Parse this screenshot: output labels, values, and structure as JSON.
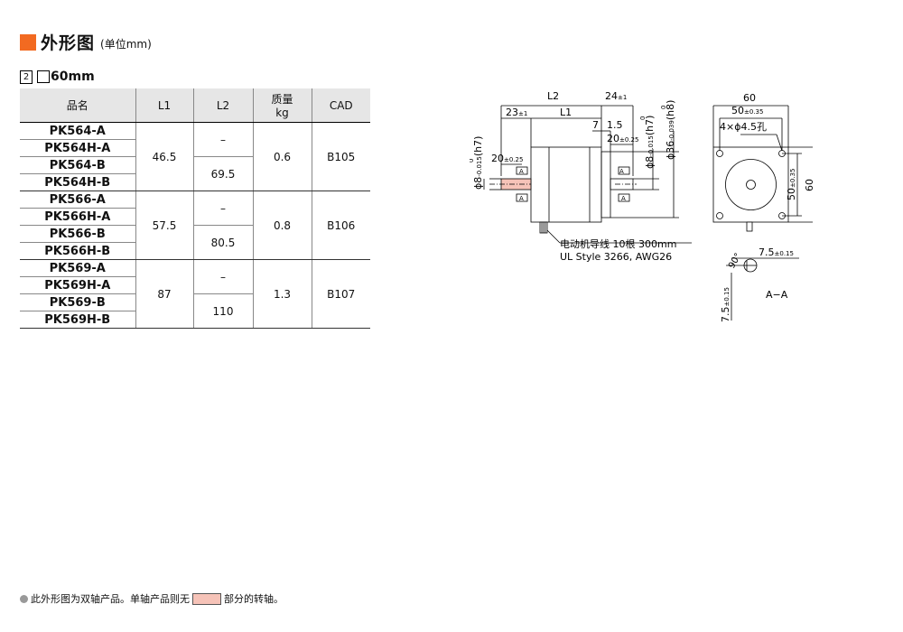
{
  "header": {
    "title": "外形图",
    "unit": "(单位mm)"
  },
  "subtitle": {
    "index": "2",
    "size": "60mm"
  },
  "table": {
    "headers": {
      "name": "品名",
      "l1": "L1",
      "l2": "L2",
      "mass": "质量",
      "mass_unit": "kg",
      "cad": "CAD"
    },
    "groups": [
      {
        "names": [
          "PK564-A",
          "PK564H-A",
          "PK564-B",
          "PK564H-B"
        ],
        "l1": "46.5",
        "l2_a": "–",
        "l2_b": "69.5",
        "mass": "0.6",
        "cad": "B105"
      },
      {
        "names": [
          "PK566-A",
          "PK566H-A",
          "PK566-B",
          "PK566H-B"
        ],
        "l1": "57.5",
        "l2_a": "–",
        "l2_b": "80.5",
        "mass": "0.8",
        "cad": "B106"
      },
      {
        "names": [
          "PK569-A",
          "PK569H-A",
          "PK569-B",
          "PK569H-B"
        ],
        "l1": "87",
        "l2_a": "–",
        "l2_b": "110",
        "mass": "1.3",
        "cad": "B107"
      }
    ]
  },
  "drawing": {
    "L2": "L2",
    "L1": "L1",
    "d24": "24",
    "tol_24": "±1",
    "d23": "23",
    "tol_23": "±1",
    "d7": "7",
    "d15": "1.5",
    "d20a": "20",
    "tol_20a": "±0.25",
    "d20b": "20",
    "tol_20b": "±0.25",
    "shaft_left_phi": "ϕ8",
    "shaft_left_tol": "-0.015",
    "shaft_left_tol_top": "0",
    "shaft_left_fit": "(h7)",
    "shaft_right_phi": "ϕ8",
    "shaft_right_tol": "-0.015",
    "shaft_right_tol_top": "0",
    "shaft_right_fit": "(h7)",
    "pilot_phi": "ϕ36",
    "pilot_tol": "-0.039",
    "pilot_tol_top": "0",
    "pilot_fit": "(h8)",
    "section_mark": "A",
    "lead_text_1": "电动机导线  10根 300mm",
    "lead_text_2": "UL Style 3266, AWG26",
    "front_60": "60",
    "front_50": "50",
    "tol_50": "±0.35",
    "holes": "4×ϕ4.5孔",
    "front_50v": "50",
    "tol_50v": "±0.35",
    "front_60v": "60",
    "sec_angle": "90°",
    "sec_75": "7.5",
    "tol_75": "±0.15",
    "sec_75v": "7.5",
    "tol_75v": "±0.15",
    "sec_label": "A−A"
  },
  "note": {
    "text1": "此外形图为双轴产品。单轴产品则无",
    "text2": "部分的转轴。"
  },
  "colors": {
    "accent": "#f26a21",
    "highlight": "#f6c3b8"
  }
}
